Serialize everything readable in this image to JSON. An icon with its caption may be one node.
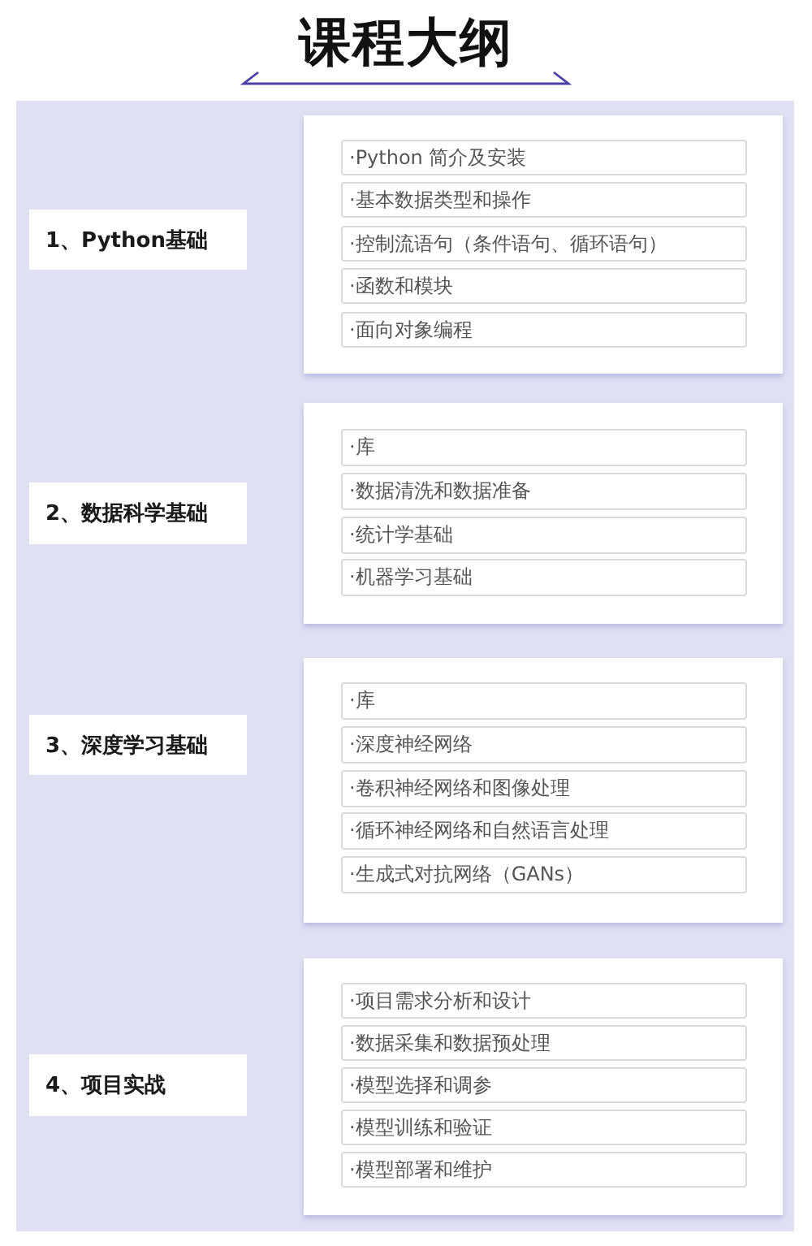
{
  "diagram": {
    "title": "课程大纲",
    "nodes": [
      {
        "text": [
          "1、Python基础"
        ]
      },
      {
        "text": [],
        "shape": "box"
      },
      {
        "text": [
          "·Python 简介及安装"
        ],
        "in": 1
      },
      {
        "text": [
          "·基本数据类型和操作"
        ],
        "in": 1
      },
      {
        "text": [
          "·控制流语句（条件语句、循环语句）"
        ],
        "in": 1
      },
      {
        "text": [
          "·函数和模块"
        ],
        "in": 1
      },
      {
        "text": [
          "·面向对象编程"
        ],
        "in": 1
      },
      {
        "text": [
          "2、数据科学基础"
        ]
      },
      {
        "text": [],
        "shape": "box"
      },
      {
        "text": [
          "·库"
        ],
        "in": 8
      },
      {
        "text": [
          "·数据清洗和数据准备"
        ],
        "in": 8
      },
      {
        "text": [
          "·统计学基础"
        ],
        "in": 8
      },
      {
        "text": [
          "·机器学习基础"
        ],
        "in": 8
      },
      {
        "text": [
          "3、深度学习基础"
        ]
      },
      {
        "text": [],
        "shape": "box"
      },
      {
        "text": [
          "·库"
        ],
        "in": 14
      },
      {
        "text": [
          "·深度神经网络"
        ],
        "in": 14
      },
      {
        "text": [
          "·卷积神经网络和图像处理"
        ],
        "in": 14
      },
      {
        "text": [
          "·循环神经网络和自然语言处理"
        ],
        "in": 14
      },
      {
        "text": [
          "·生成式对抗网络（GANs）"
        ],
        "in": 14
      },
      {
        "text": [
          "4、项目实战"
        ]
      },
      {
        "text": [],
        "shape": "box"
      },
      {
        "text": [
          "·项目需求分析和设计"
        ],
        "in": 21
      },
      {
        "text": [
          "·数据采集和数据预处理"
        ],
        "in": 21
      },
      {
        "text": [
          "·模型选择和调参"
        ],
        "in": 21
      },
      {
        "text": [
          "·模型训练和验证"
        ],
        "in": 21
      },
      {
        "text": [
          "·模型部署和维护"
        ],
        "in": 21
      }
    ]
  }
}
